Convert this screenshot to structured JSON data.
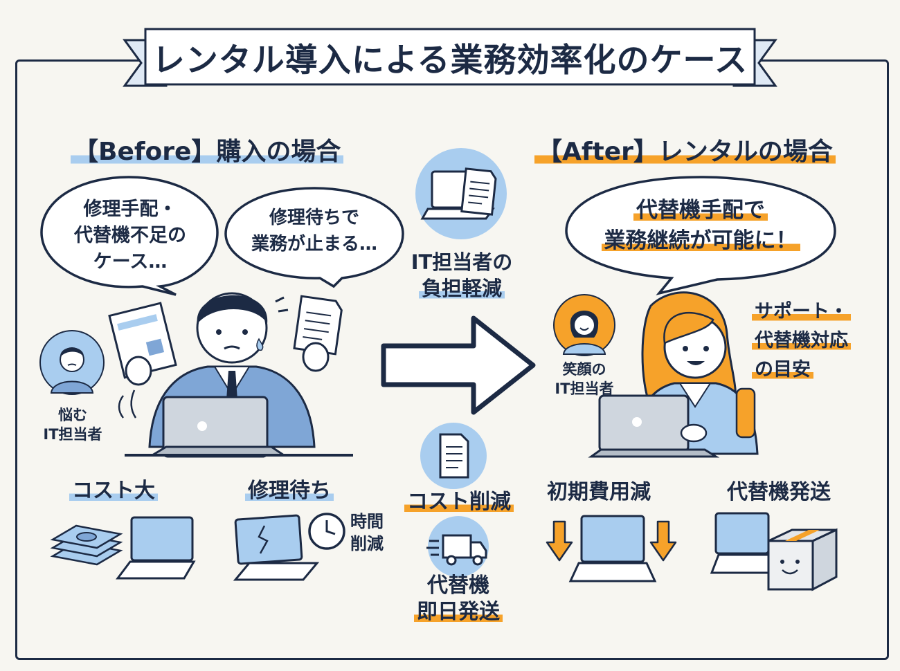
{
  "title": "レンタル導入による業務効率化のケース",
  "before": {
    "heading": "【Before】購入の場合",
    "bubble1": [
      "修理手配・",
      "代替機不足の",
      "ケース…"
    ],
    "bubble2": [
      "修理待ちで",
      "業務が止まる…"
    ],
    "worried_label": [
      "悩む",
      "IT担当者"
    ],
    "cost_label": "コスト大",
    "repair_label": "修理待ち",
    "time_label": [
      "時間",
      "削減"
    ]
  },
  "middle": {
    "burden_label": [
      "IT担当者の",
      "負担軽減"
    ],
    "cost_cut_label": "コスト削減",
    "ship_label": [
      "代替機",
      "即日発送"
    ]
  },
  "after": {
    "heading": "【After】レンタルの場合",
    "bubble": [
      "代替機手配で",
      "業務継続が可能に！"
    ],
    "smile_label": [
      "笑顔の",
      "IT担当者"
    ],
    "support_label": [
      "サポート・",
      "代替機対応",
      "の目安"
    ],
    "initial_cost_label": "初期費用減",
    "replacement_label": "代替機発送"
  },
  "colors": {
    "navy": "#1c2a44",
    "blue": "#a9cdef",
    "orange": "#f6a22a",
    "suit": "#7fa6d6"
  }
}
